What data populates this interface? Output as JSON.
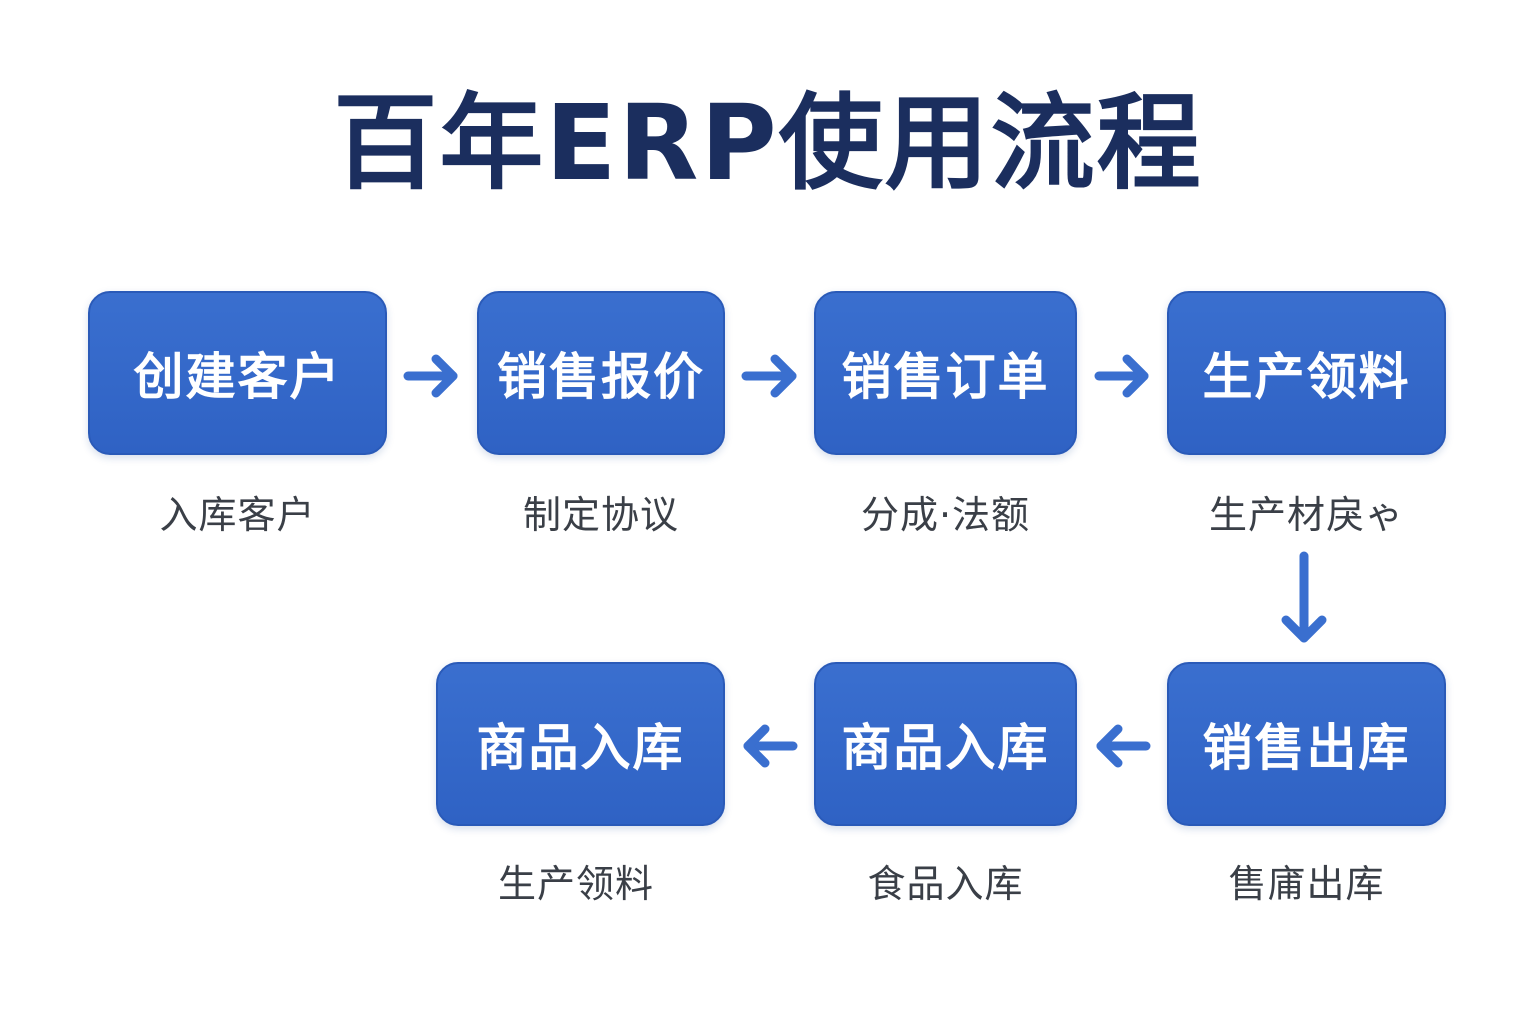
{
  "title": "百年ERP使用流程",
  "colors": {
    "title": "#1b2e5e",
    "node_fill": "#3366cc",
    "node_text": "#ffffff",
    "arrow": "#3a6fcf",
    "caption": "#3a3f47"
  },
  "steps": [
    {
      "label": "创建客户",
      "caption": "入库客户"
    },
    {
      "label": "销售报价",
      "caption": "制定协议"
    },
    {
      "label": "销售订单",
      "caption": "分成·法额"
    },
    {
      "label": "生产领料",
      "caption": "生产材戾ゃ"
    },
    {
      "label": "销售出库",
      "caption": "售庯出库"
    },
    {
      "label": "商品入库",
      "caption": "食品入库"
    },
    {
      "label": "商品入库",
      "caption": "生产领料"
    }
  ]
}
